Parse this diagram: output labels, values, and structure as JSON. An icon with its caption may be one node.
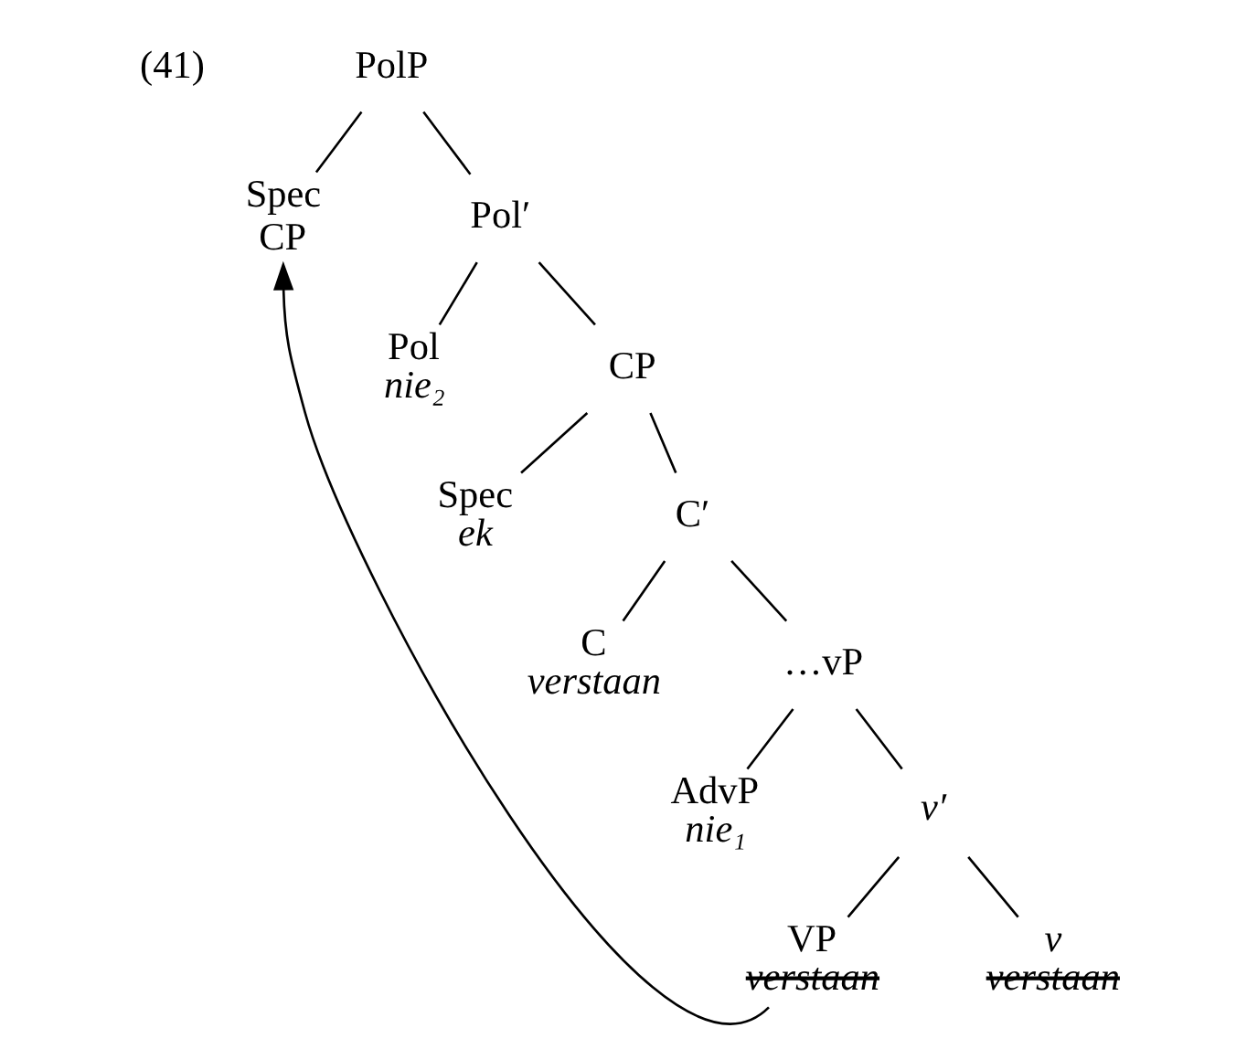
{
  "diagram": {
    "nodes": [
      {
        "text": [
          "PolP"
        ]
      },
      {
        "text": [
          "Spec CP"
        ]
      },
      {
        "text": [
          "Pol′"
        ]
      },
      {
        "text": [
          "Pol",
          "nie₂"
        ]
      },
      {
        "text": [
          "CP"
        ]
      },
      {
        "text": [
          "Spec",
          "ek"
        ]
      },
      {
        "text": [
          "C′"
        ]
      },
      {
        "text": [
          "C",
          "verstaan"
        ]
      },
      {
        "text": [
          "…vP"
        ]
      },
      {
        "text": [
          "AdvP",
          "nie₁"
        ]
      },
      {
        "text": [
          "v′"
        ]
      },
      {
        "text": [
          "VP",
          "verstaan"
        ]
      },
      {
        "text": [
          "v",
          "verstaan"
        ]
      }
    ],
    "edges": [
      {
        "from": 0,
        "to": 1,
        "arrow": "none"
      },
      {
        "from": 0,
        "to": 2,
        "arrow": "none"
      },
      {
        "from": 2,
        "to": 3,
        "arrow": "none"
      },
      {
        "from": 2,
        "to": 4,
        "arrow": "none"
      },
      {
        "from": 4,
        "to": 5,
        "arrow": "none"
      },
      {
        "from": 4,
        "to": 6,
        "arrow": "none"
      },
      {
        "from": 6,
        "to": 7,
        "arrow": "none"
      },
      {
        "from": 6,
        "to": 8,
        "arrow": "none"
      },
      {
        "from": 8,
        "to": 9,
        "arrow": "none"
      },
      {
        "from": 8,
        "to": 10,
        "arrow": "none"
      },
      {
        "from": 10,
        "to": 11,
        "arrow": "none"
      },
      {
        "from": 10,
        "to": 12,
        "arrow": "none"
      },
      {
        "from": 11,
        "to": 1,
        "arrow": "to"
      }
    ],
    "labels": [
      "(41)"
    ]
  }
}
